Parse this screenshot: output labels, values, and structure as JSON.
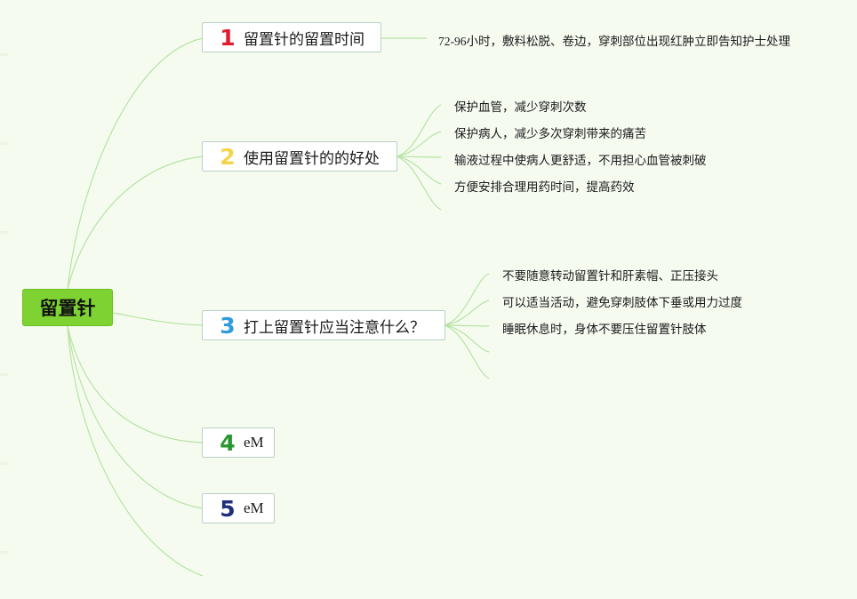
{
  "root": {
    "label": "留置针"
  },
  "topics": [
    {
      "number": "1",
      "label": "留置针的留置时间",
      "color": "#e21b2f",
      "leaves": [
        "72-96小时，敷料松脱、卷边，穿刺部位出现红肿立即告知护士处理"
      ]
    },
    {
      "number": "2",
      "label": "使用留置针的的好处",
      "color": "#f5d34a",
      "leaves": [
        "保护血管，减少穿刺次数",
        "保护病人，减少多次穿刺带来的痛苦",
        "输液过程中使病人更舒适，不用担心血管被刺破",
        "方便安排合理用药时间，提高药效",
        ""
      ]
    },
    {
      "number": "3",
      "label": "打上留置针应当注意什么？",
      "color": "#2f9bdc",
      "leaves": [
        "不要随意转动留置针和肝素帽、正压接头",
        "可以适当活动，避免穿刺肢体下垂或用力过度",
        "睡眠休息时，身体不要压住留置针肢体",
        "",
        ""
      ]
    },
    {
      "number": "4",
      "label": "eM",
      "color": "#27972f",
      "leaves": []
    },
    {
      "number": "5",
      "label": "eM",
      "color": "#1f2f7a",
      "leaves": []
    }
  ],
  "colors": {
    "background": "#f6fbf0",
    "root_fill": "#7ed332",
    "connector": "#b6e3a4",
    "topic_border": "#b9cfc6"
  }
}
